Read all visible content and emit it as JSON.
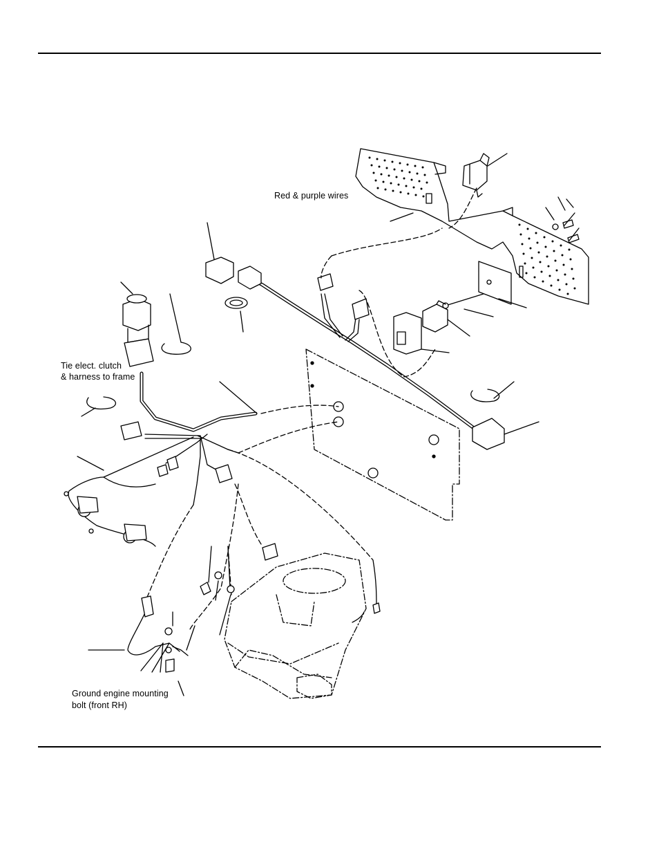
{
  "diagram": {
    "labels": {
      "red_purple_wires": "Red & purple wires",
      "tie_clutch": [
        "Tie elect. clutch",
        "& harness to frame"
      ],
      "ground_bolt": [
        "Ground engine mounting",
        "bolt (front RH)"
      ]
    }
  }
}
